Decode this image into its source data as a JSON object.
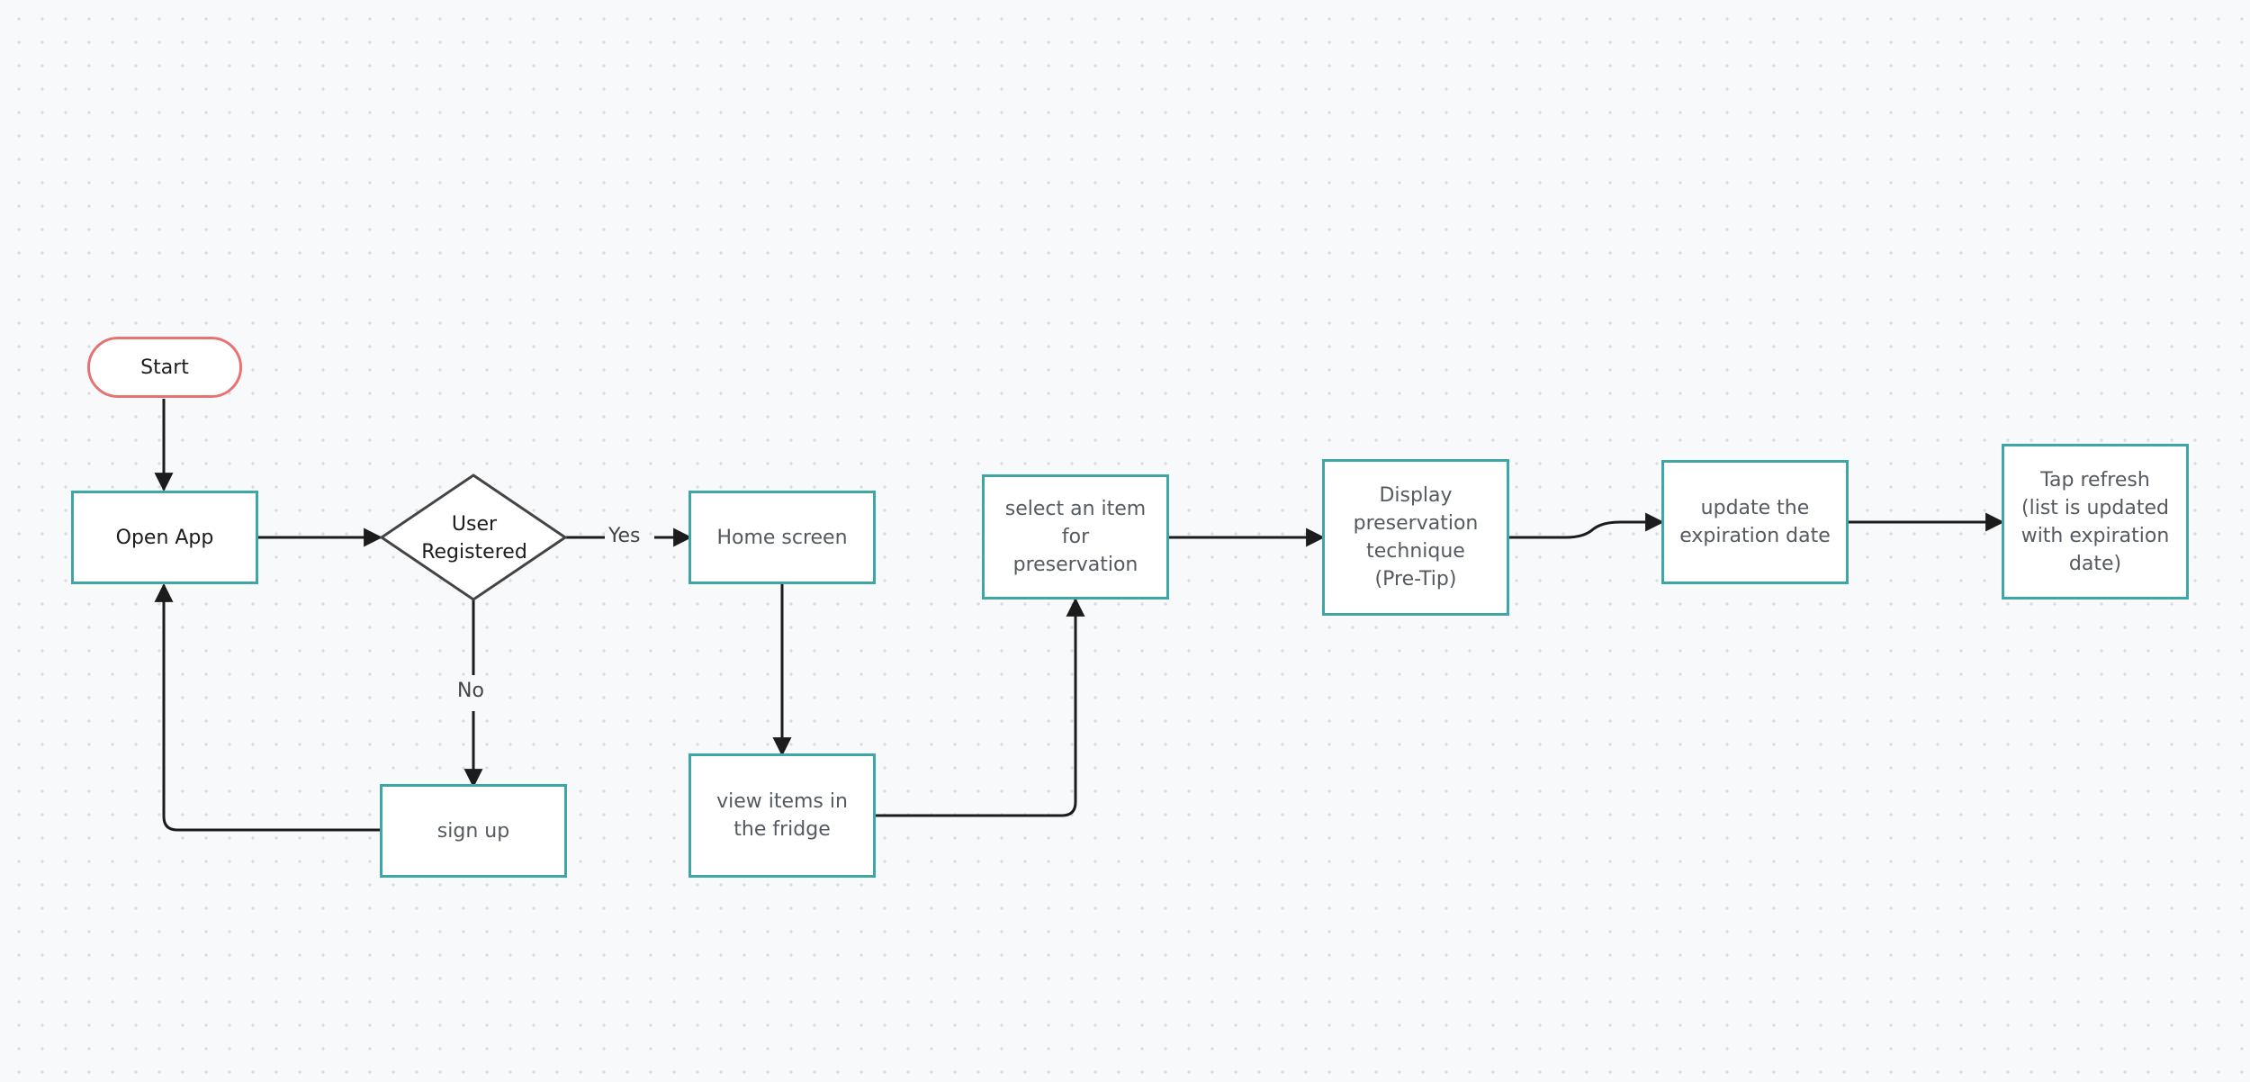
{
  "nodes": {
    "start": "Start",
    "open_app": "Open App",
    "user_registered": "User\nRegistered",
    "home_screen": "Home screen",
    "sign_up": "sign up",
    "view_items": "view items in\nthe fridge",
    "select_item": "select an item\nfor\npreservation",
    "display_technique": "Display\npreservation\ntechnique\n(Pre-Tip)",
    "update_date": "update the\nexpiration date",
    "tap_refresh": "Tap refresh\n(list is updated\nwith expiration\ndate)"
  },
  "edge_labels": {
    "yes": "Yes",
    "no": "No"
  },
  "colors": {
    "box_border": "#3ea6a6",
    "terminal_border": "#e57373",
    "connector": "#1c1c1c",
    "background": "#f8f9fb"
  }
}
